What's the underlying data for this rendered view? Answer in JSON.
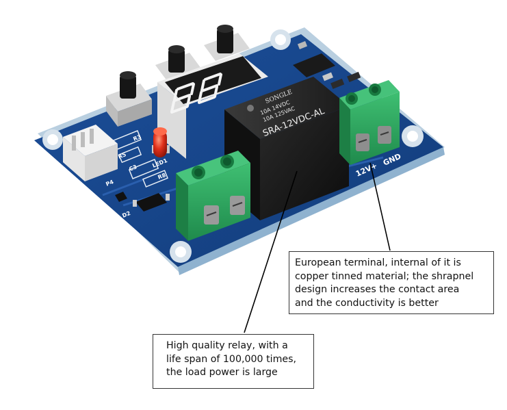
{
  "relay": {
    "brand": "SONGLE",
    "rating_1": "10A 14VDC",
    "rating_2": "10A 125VAC",
    "model": "SRA-12VDC-AL"
  },
  "board_labels": {
    "supply_pos": "12V+",
    "supply_gnd": "GND",
    "led": "LED1",
    "port": "P4",
    "diode": "D2",
    "res_r3": "R3",
    "res_r5": "R5",
    "cap_c3": "C3",
    "res_r8": "R8"
  },
  "display": {
    "digits": "88"
  },
  "callouts": {
    "terminal": {
      "lines": [
        "European terminal, internal of it is",
        "copper tinned material; the shrapnel",
        "design increases the contact area",
        "and the conductivity is better"
      ]
    },
    "relay": {
      "lines": [
        "High quality relay, with a",
        "life span of 100,000 times,",
        "the load power is large"
      ]
    }
  }
}
